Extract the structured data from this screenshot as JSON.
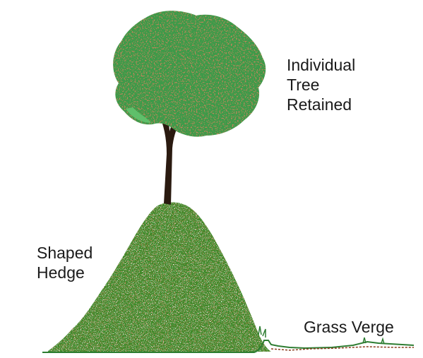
{
  "labels": {
    "tree": {
      "line1": "Individual",
      "line2": "Tree",
      "line3": "Retained"
    },
    "hedge": {
      "line1": "Shaped",
      "line2": "Hedge"
    },
    "grass": {
      "line1": "Grass Verge"
    }
  },
  "colors": {
    "background": "#ffffff",
    "canopy_green": "#3e9a4a",
    "canopy_brown": "#8a3a1c",
    "trunk": "#2a1a10",
    "hedge_green": "#3f8a2a",
    "hedge_brown": "#8a3a1c",
    "ground_line": "#2e7d32",
    "text": "#1a1a1a"
  }
}
